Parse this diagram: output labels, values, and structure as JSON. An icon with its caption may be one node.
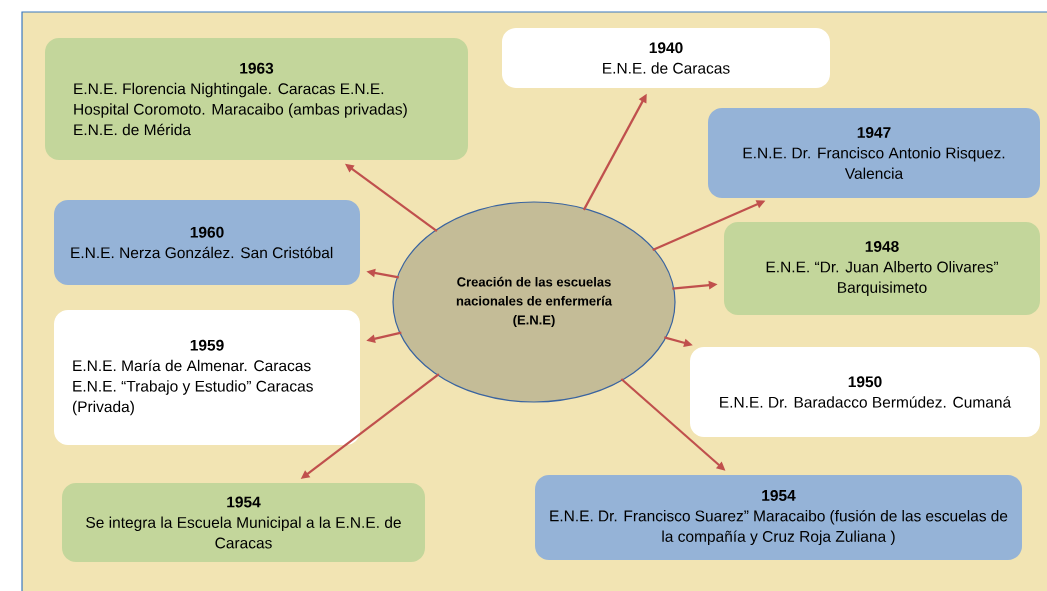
{
  "diagram": {
    "nodes": [
      {
        "text": [
          "Creación de las escuelas nacionales de enfermería (E.N.E)"
        ]
      },
      {
        "text": [
          "1940",
          "E.N.E. de Caracas"
        ]
      },
      {
        "text": [
          "1947",
          "E.N.E. Dr. Francisco Antonio Risquez. Valencia"
        ]
      },
      {
        "text": [
          "1948",
          "E.N.E. “Dr. Juan Alberto Olivares” Barquisimeto"
        ]
      },
      {
        "text": [
          "1950",
          "E.N.E. Dr. Baradacco Bermúdez. Cumaná"
        ]
      },
      {
        "text": [
          "1954",
          "E.N.E. Dr. Francisco Suarez” Maracaibo (fusión de las escuelas de la compañía y Cruz Roja Zuliana )"
        ]
      },
      {
        "text": [
          "1954",
          "Se integra la Escuela Municipal a la E.N.E. de Caracas"
        ]
      },
      {
        "text": [
          "1959",
          "E.N.E. María de Almenar. Caracas E.N.E. “Trabajo y Estudio” Caracas (Privada)"
        ]
      },
      {
        "text": [
          "1960",
          "E.N.E. Nerza González. San Cristóbal"
        ]
      },
      {
        "text": [
          "1963",
          "E.N.E. Florencia Nightingale. Caracas E.N.E. Hospital Coromoto. Maracaibo (ambas privadas) E.N.E. de Mérida"
        ]
      }
    ],
    "edges": [
      {
        "from": 0,
        "to": 1,
        "arrow": "to"
      },
      {
        "from": 0,
        "to": 2,
        "arrow": "to"
      },
      {
        "from": 0,
        "to": 3,
        "arrow": "to"
      },
      {
        "from": 0,
        "to": 4,
        "arrow": "to"
      },
      {
        "from": 0,
        "to": 5,
        "arrow": "to"
      },
      {
        "from": 0,
        "to": 6,
        "arrow": "to"
      },
      {
        "from": 0,
        "to": 7,
        "arrow": "to"
      },
      {
        "from": 0,
        "to": 8,
        "arrow": "to"
      },
      {
        "from": 0,
        "to": 9,
        "arrow": "to"
      }
    ]
  }
}
